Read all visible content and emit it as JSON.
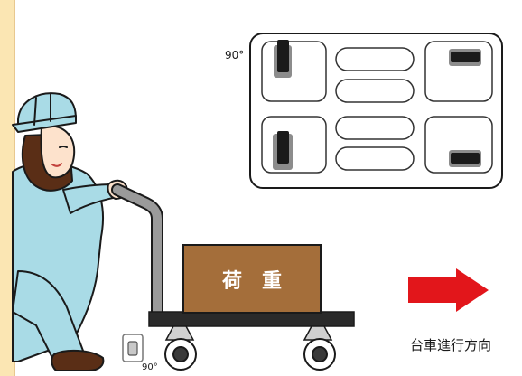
{
  "load_label": "荷　重",
  "direction_label": "台車進行方向",
  "diagram": {
    "top_left_angle": "90°",
    "caster_angle": "90°"
  },
  "colors": {
    "left_wall_band": "#fbe6b3",
    "box_fill": "#a46e3a",
    "arrow": "#e2161b",
    "clothing": "#a9dbe6",
    "outline": "#1a1a1a"
  },
  "icons": {
    "worker": "worker-icon",
    "cart": "cart-icon",
    "arrow": "right-arrow-icon",
    "caster": "caster-icon"
  }
}
